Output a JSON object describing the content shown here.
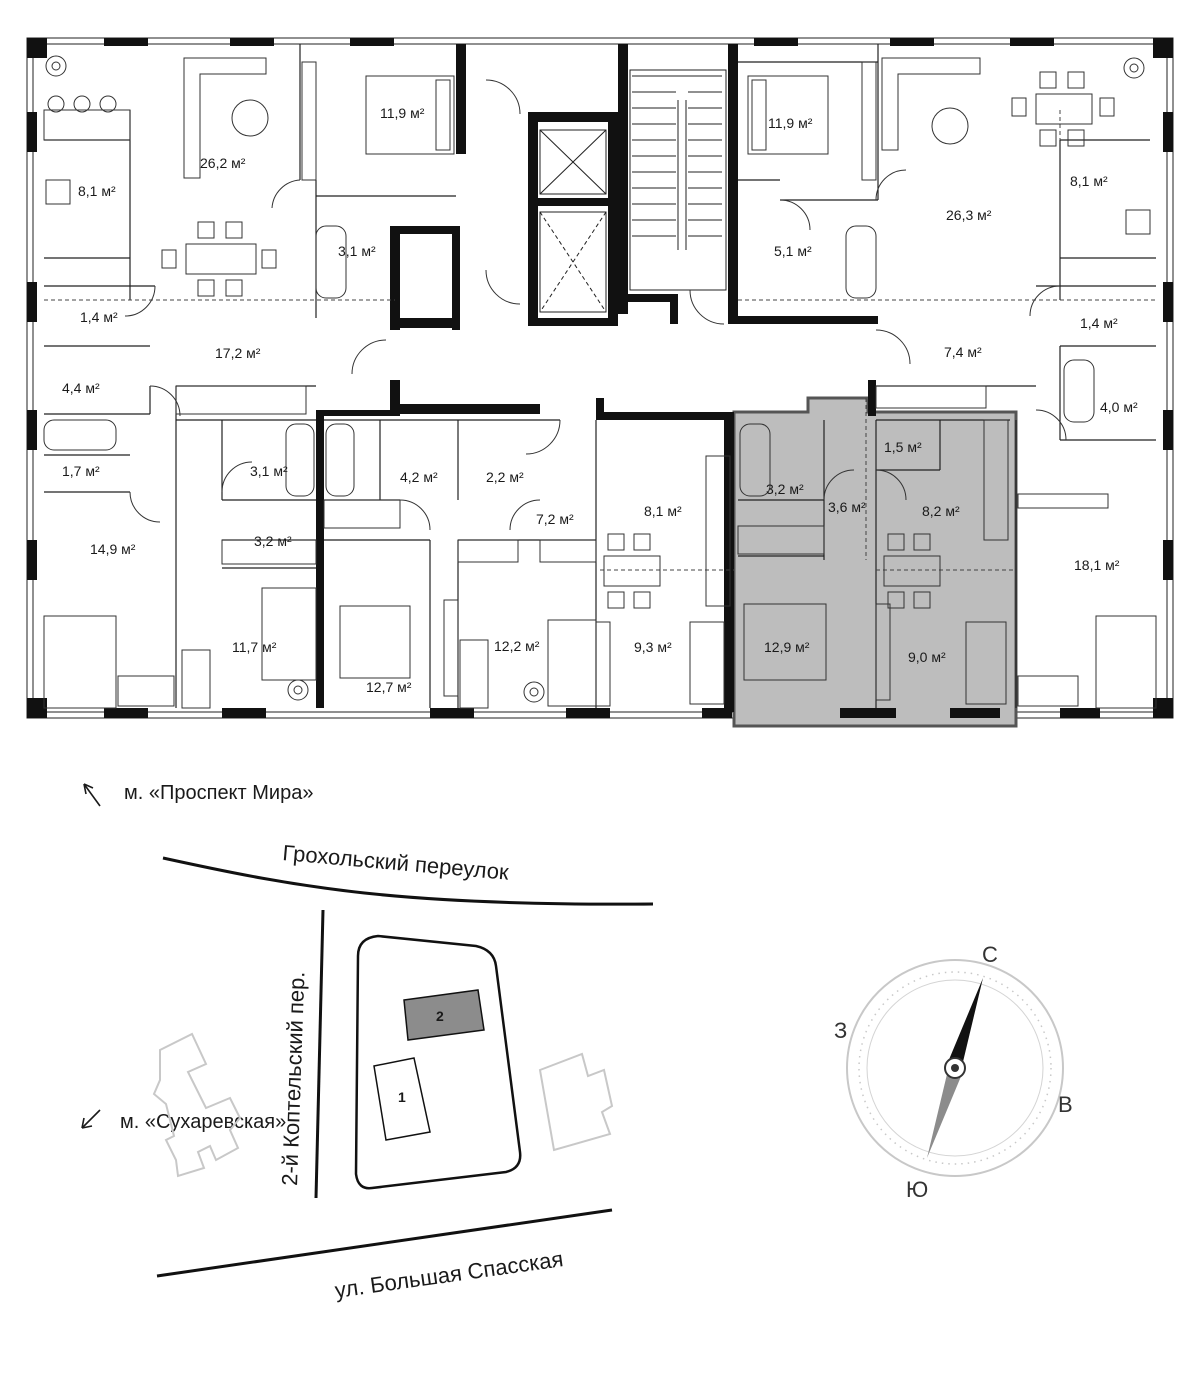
{
  "rooms": [
    {
      "id": "r1",
      "label": "26,2 м²"
    },
    {
      "id": "r2",
      "label": "11,9 м²"
    },
    {
      "id": "r3",
      "label": "8,1 м²"
    },
    {
      "id": "r4",
      "label": "3,1 м²"
    },
    {
      "id": "r5",
      "label": "1,4 м²"
    },
    {
      "id": "r6",
      "label": "17,2 м²"
    },
    {
      "id": "r7",
      "label": "4,4 м²"
    },
    {
      "id": "r8",
      "label": "1,7 м²"
    },
    {
      "id": "r9",
      "label": "3,1 м²"
    },
    {
      "id": "r10",
      "label": "14,9 м²"
    },
    {
      "id": "r11",
      "label": "3,2 м²"
    },
    {
      "id": "r12",
      "label": "11,7 м²"
    },
    {
      "id": "r13",
      "label": "4,2 м²"
    },
    {
      "id": "r14",
      "label": "2,2 м²"
    },
    {
      "id": "r15",
      "label": "7,2 м²"
    },
    {
      "id": "r16",
      "label": "12,7 м²"
    },
    {
      "id": "r17",
      "label": "12,2 м²"
    },
    {
      "id": "r18",
      "label": "8,1 м²"
    },
    {
      "id": "r19",
      "label": "9,3 м²"
    },
    {
      "id": "r20",
      "label": "11,9 м²"
    },
    {
      "id": "r21",
      "label": "5,1 м²"
    },
    {
      "id": "r22",
      "label": "26,3 м²"
    },
    {
      "id": "r23",
      "label": "8,1 м²"
    },
    {
      "id": "r24",
      "label": "7,4 м²"
    },
    {
      "id": "r25",
      "label": "1,4 м²"
    },
    {
      "id": "r26",
      "label": "4,0 м²"
    },
    {
      "id": "r27",
      "label": "1,5 м²"
    },
    {
      "id": "r28",
      "label": "3,2 м²"
    },
    {
      "id": "r29",
      "label": "3,6 м²"
    },
    {
      "id": "r30",
      "label": "8,2 м²"
    },
    {
      "id": "r31",
      "label": "12,9 м²"
    },
    {
      "id": "r32",
      "label": "9,0 м²"
    },
    {
      "id": "r33",
      "label": "18,1 м²"
    }
  ],
  "metro": {
    "north": "м. «Проспект Мира»",
    "south": "м. «Сухаревская»"
  },
  "streets": {
    "north": "Грохольский переулок",
    "west": "2-й Коптельский пер.",
    "south": "ул. Большая Спасская"
  },
  "buildings": {
    "b1": "1",
    "b2": "2"
  },
  "compass": {
    "n": "С",
    "s": "Ю",
    "e": "В",
    "w": "З"
  },
  "colors": {
    "wall": "#111111",
    "highlight": "#bdbdbd",
    "site_gray": "#8c8c8c",
    "neighbor": "#c8c8c8"
  }
}
